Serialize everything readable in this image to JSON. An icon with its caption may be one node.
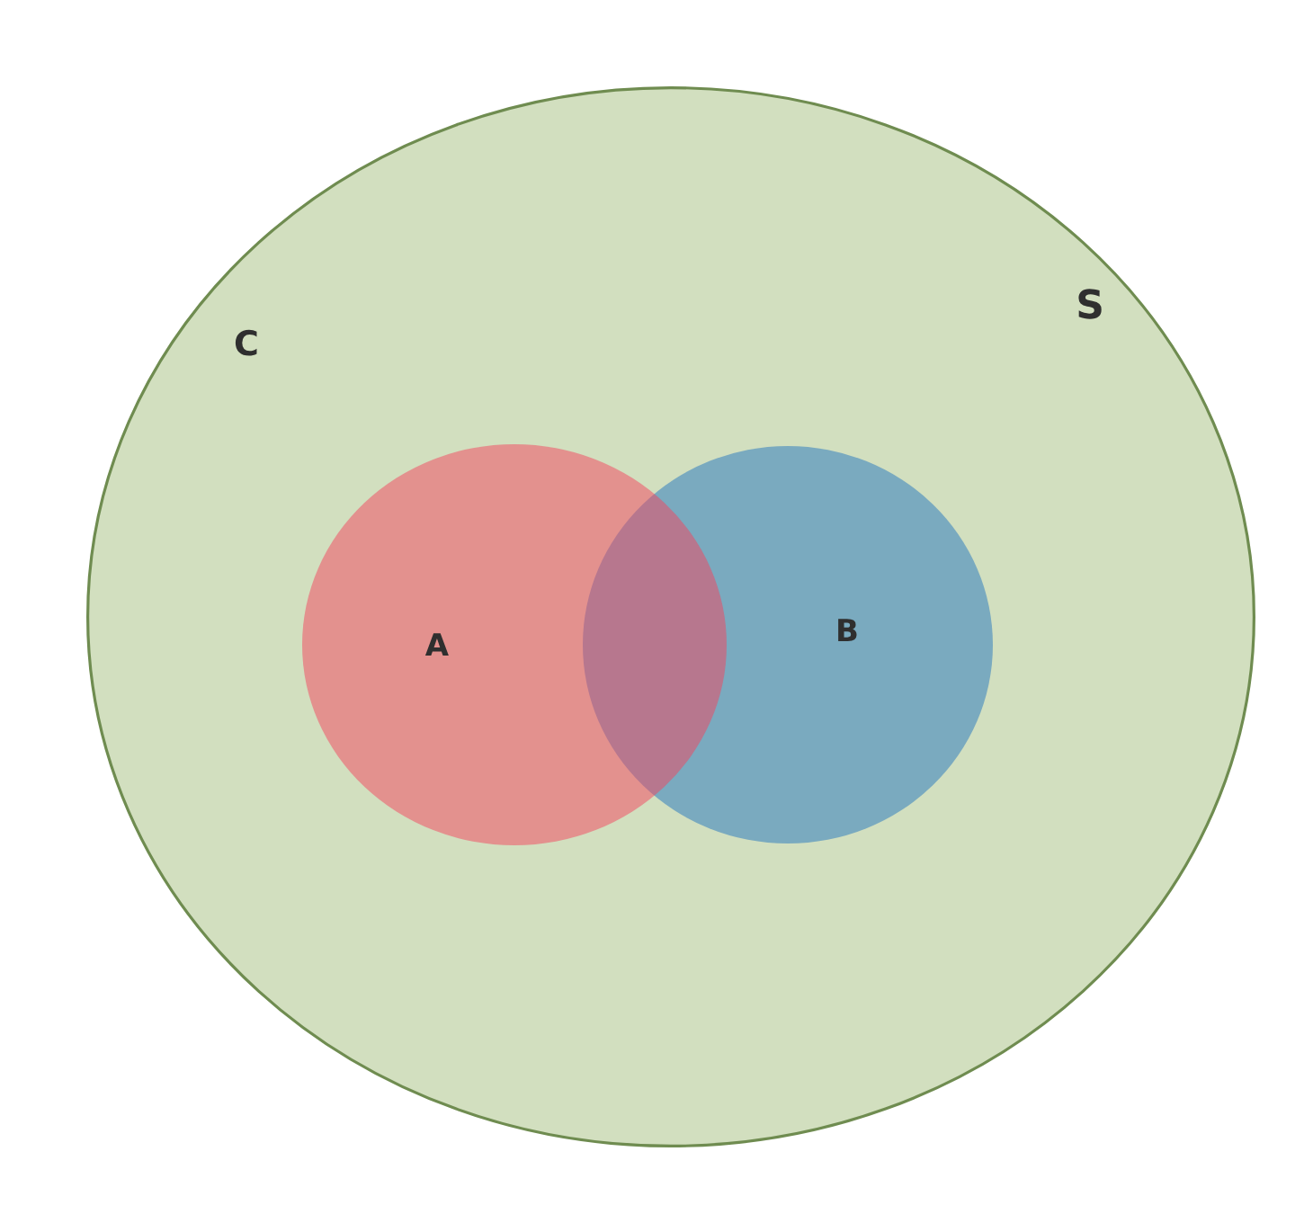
{
  "diagram": {
    "nodes": [
      {
        "text": [
          "S",
          "C"
        ]
      },
      {
        "text": [
          "A"
        ],
        "in": 0
      },
      {
        "text": [
          "B"
        ],
        "in": 0
      }
    ]
  }
}
